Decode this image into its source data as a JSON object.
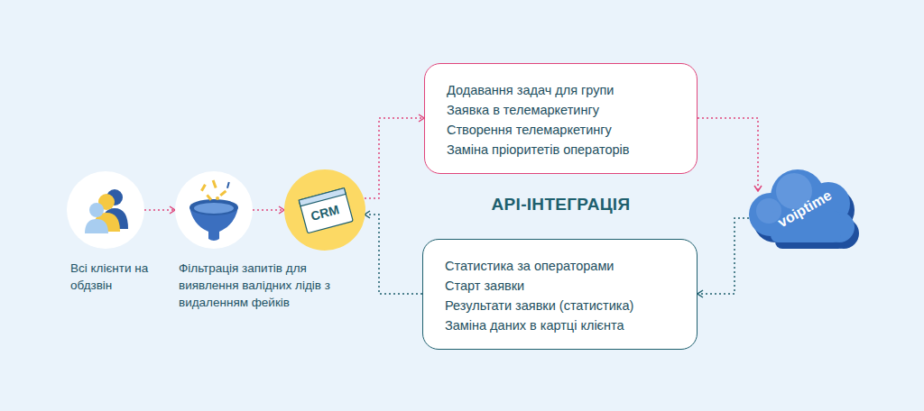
{
  "diagram": {
    "nodes": [
      {
        "text": [
          "Всі клієнти на обдзвін"
        ]
      },
      {
        "text": [
          "Фільтрація запитів для виявлення валідних лідів з видаленням фейків"
        ]
      },
      {
        "text": [
          "CRM"
        ]
      },
      {
        "text": [
          "Додавання задач для групи",
          "Заявка в телемаркетингу",
          "Створення телемаркетингу",
          "Заміна пріоритетів операторів"
        ]
      },
      {
        "text": [
          "Статистика за операторами",
          "Старт заявки",
          "Результати заявки (статистика)",
          "Заміна даних в картці клієнта"
        ]
      },
      {
        "text": [
          "voiptime"
        ]
      }
    ],
    "edges": [
      {
        "from": 0,
        "to": 1,
        "arrow": "to"
      },
      {
        "from": 1,
        "to": 2,
        "arrow": "to"
      },
      {
        "from": 2,
        "to": 3,
        "arrow": "to"
      },
      {
        "from": 3,
        "to": 5,
        "arrow": "to"
      },
      {
        "from": 5,
        "to": 4,
        "arrow": "to"
      },
      {
        "from": 4,
        "to": 2,
        "arrow": "to"
      }
    ],
    "labels": [
      "API-ІНТЕГРАЦІЯ"
    ]
  }
}
